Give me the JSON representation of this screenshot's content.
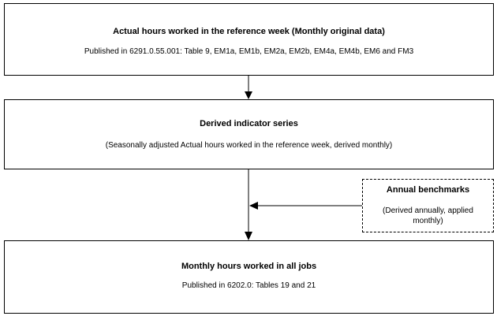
{
  "boxes": {
    "source": {
      "title": "Actual hours worked in the reference week (Monthly original data)",
      "subtitle": "Published in 6291.0.55.001: Table 9, EM1a, EM1b, EM2a, EM2b, EM4a, EM4b, EM6 and FM3"
    },
    "derived": {
      "title": "Derived indicator series",
      "subtitle": "(Seasonally adjusted Actual hours worked in the reference week, derived monthly)"
    },
    "benchmarks": {
      "title": "Annual benchmarks",
      "subtitle": "(Derived annually, applied monthly)"
    },
    "final": {
      "title": "Monthly hours worked in all jobs",
      "subtitle": "Published in 6202.0: Tables 19 and 21"
    }
  },
  "colors": {
    "line": "#000000",
    "background": "#ffffff"
  }
}
